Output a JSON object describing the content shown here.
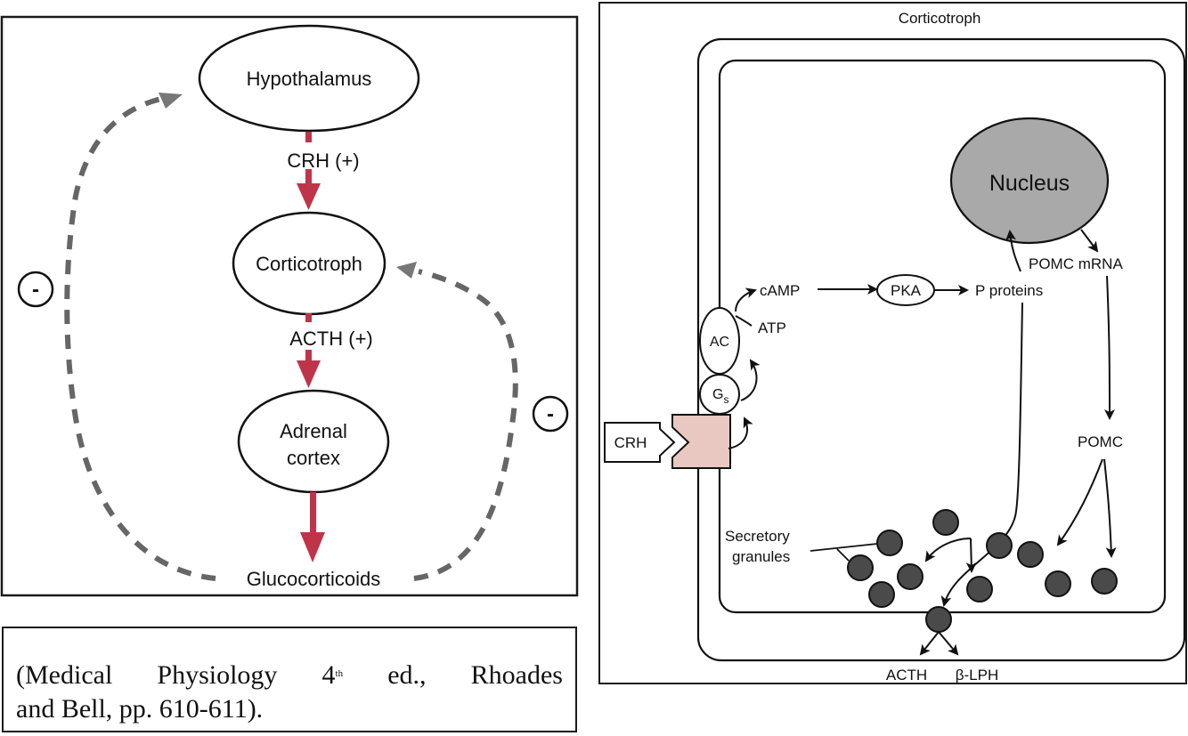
{
  "left_diagram": {
    "nodes": {
      "hypothalamus": "Hypothalamus",
      "corticotroph": "Corticotroph",
      "adrenal_line1": "Adrenal",
      "adrenal_line2": "cortex",
      "glucocorticoids": "Glucocorticoids"
    },
    "edges": {
      "crh": "CRH (+)",
      "acth": "ACTH (+)"
    },
    "feedback_left_sign": "-",
    "feedback_right_sign": "-",
    "colors": {
      "stimulatory_arrow": "#c0344a",
      "feedback_dash": "#666666"
    }
  },
  "citation": {
    "w1": "(Medical",
    "w2": "Physiology",
    "w3": "4",
    "w3_sup": "th",
    "w4": "ed.,",
    "w5": "Rhoades",
    "line2": "and Bell, pp. 610-611)."
  },
  "right_diagram": {
    "title": "Corticotroph",
    "nucleus": "Nucleus",
    "pomc_mrna": "POMC mRNA",
    "pomc": "POMC",
    "camp": "cAMP",
    "pka": "PKA",
    "p_proteins": "P proteins",
    "atp": "ATP",
    "ac": "AC",
    "gs_main": "G",
    "gs_sub": "s",
    "crh": "CRH",
    "granules_line1": "Secretory",
    "granules_line2": "granules",
    "acth": "ACTH",
    "b_lph": "β-LPH",
    "colors": {
      "nucleus_fill": "#a9a9a9",
      "receptor_fill": "#e8c8c0",
      "granule_fill": "#4a4a4a"
    }
  }
}
